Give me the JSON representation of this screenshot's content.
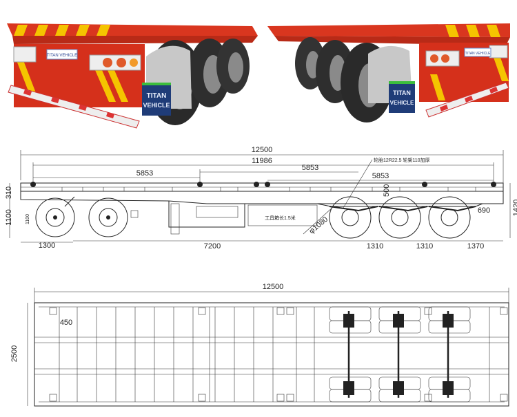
{
  "photos": {
    "left_plate_top": "TITAN",
    "left_plate_bottom": "VEHICLE",
    "left_badge": "TITAN VEHICLE",
    "right_plate_top": "TITAN",
    "right_plate_bottom": "VEHICLE",
    "right_badge": "TITAN VEHICLE"
  },
  "side_view": {
    "overall_length": "12500",
    "kingpin_to_rear": "11986",
    "twistlock_span_front": "5853",
    "twistlock_span_mid": "5853",
    "twistlock_span_rear": "5853",
    "tire_note": "轮胎12R22.5 轮架110加厚",
    "front_height": "310",
    "coupling_height": "1100",
    "landing_leg_height": "1100",
    "overhang_front": "1300",
    "kingpin_to_axle": "7200",
    "axle_spacing_1": "1310",
    "axle_spacing_2": "1310",
    "rear_overhang": "1370",
    "rear_height": "690",
    "total_height": "1420",
    "suspension_height": "500",
    "wheel_diameter": "φ1080",
    "toolbox_note": "工具箱长1.5米"
  },
  "top_view": {
    "overall_length": "12500",
    "width": "2500",
    "crossmember_spacing": "450"
  }
}
